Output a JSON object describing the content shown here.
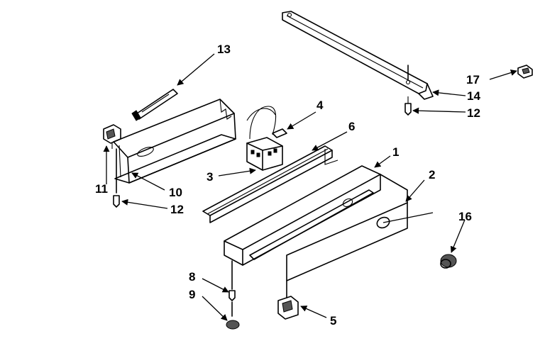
{
  "callouts": {
    "c1": "1",
    "c2": "2",
    "c3": "3",
    "c4": "4",
    "c5": "5",
    "c6": "6",
    "c8": "8",
    "c9": "9",
    "c10": "10",
    "c11": "11",
    "c12a": "12",
    "c12b": "12",
    "c13": "13",
    "c14": "14",
    "c16": "16",
    "c17": "17"
  }
}
